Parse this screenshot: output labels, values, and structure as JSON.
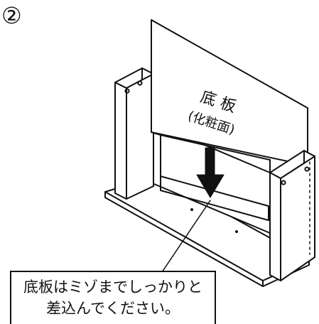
{
  "step_number": "②",
  "board": {
    "label": "底 板",
    "sublabel": "(化粧面)"
  },
  "callout": {
    "line1": "底板はミゾまでしっかりと",
    "line2": "差込んでください。"
  }
}
